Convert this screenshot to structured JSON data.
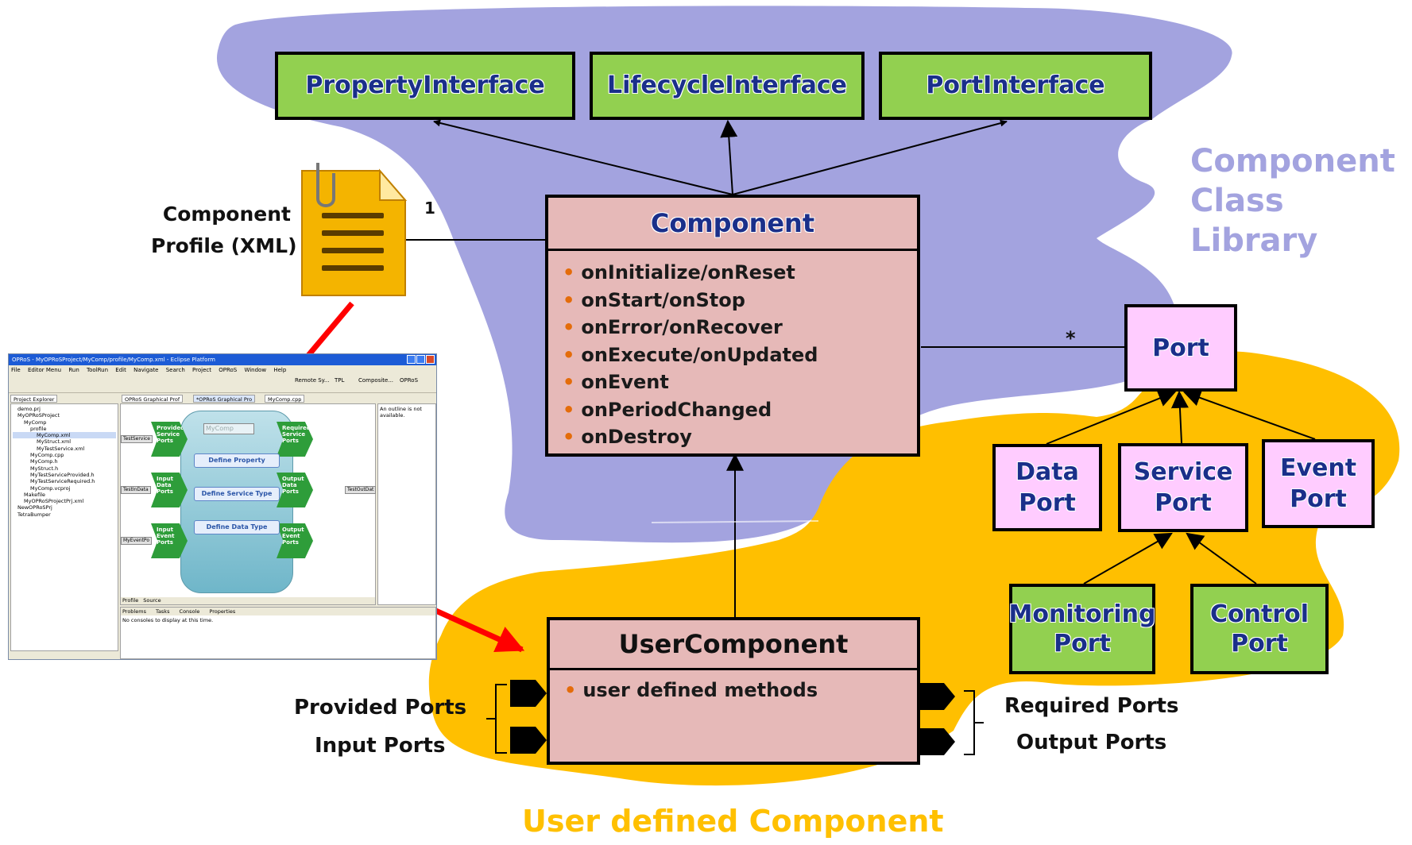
{
  "interfaces": {
    "property": "PropertyInterface",
    "lifecycle": "LifecycleInterface",
    "port": "PortInterface"
  },
  "component": {
    "title": "Component",
    "methods": [
      "onInitialize/onReset",
      "onStart/onStop",
      "onError/onRecover",
      "onExecute/onUpdated",
      "onEvent",
      "onPeriodChanged",
      "onDestroy"
    ]
  },
  "library_label": [
    "Component",
    "Class",
    "Library"
  ],
  "profile": {
    "label_line1": "Component",
    "label_line2": "Profile (XML)",
    "multiplicity": "1"
  },
  "port": {
    "title": "Port",
    "multiplicity": "*",
    "data_port": [
      "Data",
      "Port"
    ],
    "service_port": [
      "Service",
      "Port"
    ],
    "event_port": [
      "Event",
      "Port"
    ],
    "monitoring_port": [
      "Monitoring",
      "Port"
    ],
    "control_port": [
      "Control",
      "Port"
    ]
  },
  "user_component": {
    "title": "UserComponent",
    "method": "user defined methods",
    "provided_ports": "Provided Ports",
    "input_ports": "Input Ports",
    "required_ports": "Required Ports",
    "output_ports": "Output Ports",
    "caption": "User defined Component"
  },
  "ide": {
    "title": "OPRoS - MyOPRoSProject/MyComp/profile/MyComp.xml - Eclipse Platform",
    "menu": [
      "File",
      "Editor Menu",
      "Run",
      "ToolRun",
      "Edit",
      "Navigate",
      "Search",
      "Project",
      "OPRoS",
      "Window",
      "Help"
    ],
    "toolbar_items": [
      "Remote Sy...",
      "TPL",
      "Composite...",
      "OPRoS"
    ],
    "project_explorer_tab": "Project Explorer",
    "editor_tabs": [
      "OPRoS Graphical Prof",
      "*OPRoS Graphical Pro",
      "MyComp.cpp"
    ],
    "tree": [
      "demo.prj",
      "MyOPRoSProject",
      "MyComp",
      "profile",
      "MyComp.xml",
      "MyStruct.xml",
      "MyTestService.xml",
      "MyComp.cpp",
      "MyComp.h",
      "MyStruct.h",
      "MyTestServiceProvided.h",
      "MyTestServiceRequired.h",
      "MyComp.vcproj",
      "Makefile",
      "MyOPRoSProjectPrj.xml",
      "NewOPRoSPrj",
      "TetraBumper"
    ],
    "comp_name": "MyComp",
    "provided_service_ports": "Provided Service Ports",
    "required_service_ports": "Required Service Ports",
    "input_data_ports": "Input Data Ports",
    "output_data_ports": "Output Data Ports",
    "input_event_ports": "Input Event Ports",
    "output_event_ports": "Output Event Ports",
    "define_property": "Define Property",
    "define_service_type": "Define Service Type",
    "define_data_type": "Define Data Type",
    "mini_labels": [
      "TestService",
      "TestInData",
      "MyEventPo",
      "TestOutDat"
    ],
    "bottom_tabs": [
      "Profile",
      "Source"
    ],
    "outline_text": "An outline is not available.",
    "console_tabs": [
      "Problems",
      "Tasks",
      "Console",
      "Properties"
    ],
    "console_msg": "No consoles to display at this time."
  },
  "colors": {
    "library_blob": "#a3a3df",
    "user_blob": "#ffbf00",
    "interface_box": "#92d050",
    "component_box": "#e6b9b8",
    "port_box": "#ffccff",
    "library_text": "#a3a3df",
    "caption_text": "#ffc000",
    "pointer_arrow": "#ff0000"
  }
}
